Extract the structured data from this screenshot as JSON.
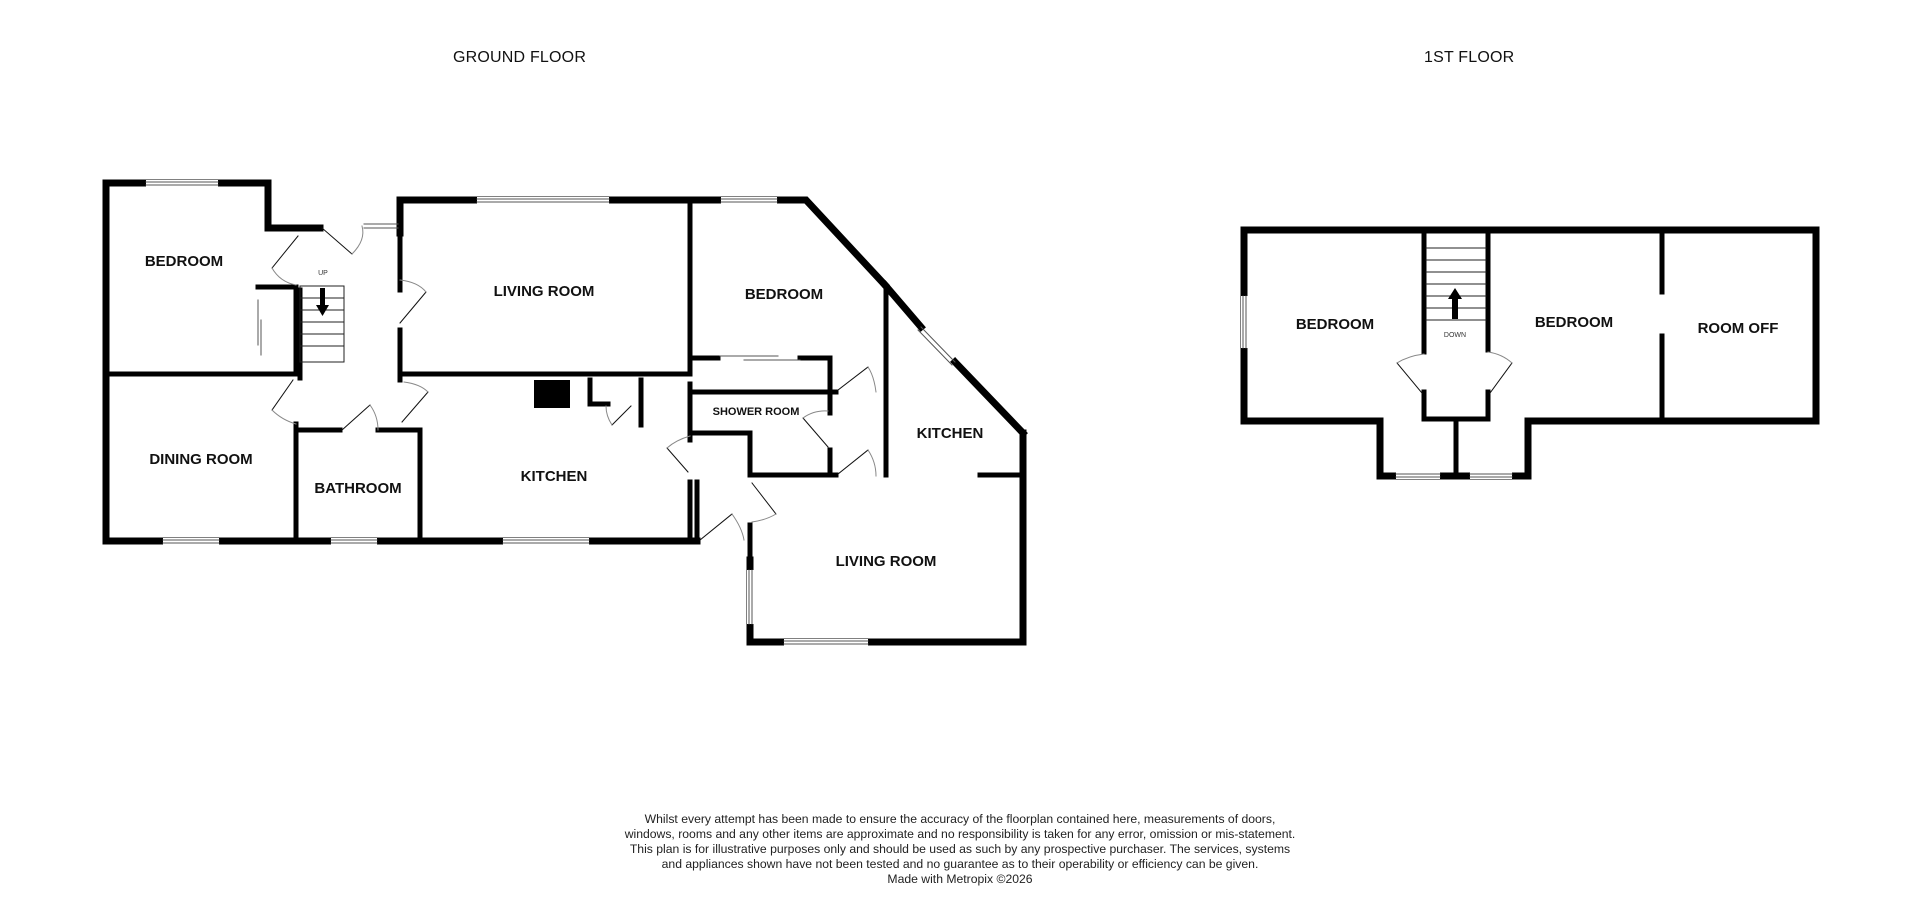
{
  "floors": {
    "ground": {
      "title": "GROUND FLOOR",
      "rooms": [
        {
          "label": "BEDROOM"
        },
        {
          "label": "LIVING ROOM"
        },
        {
          "label": "BEDROOM"
        },
        {
          "label": "DINING ROOM"
        },
        {
          "label": "BATHROOM"
        },
        {
          "label": "KITCHEN"
        },
        {
          "label": "SHOWER ROOM"
        },
        {
          "label": "KITCHEN"
        },
        {
          "label": "LIVING ROOM"
        }
      ],
      "stairs_label": "UP"
    },
    "first": {
      "title": "1ST FLOOR",
      "rooms": [
        {
          "label": "BEDROOM"
        },
        {
          "label": "BEDROOM"
        },
        {
          "label": "ROOM OFF"
        }
      ],
      "stairs_label": "DOWN"
    }
  },
  "disclaimer": {
    "text": "Whilst every attempt has been made to ensure the accuracy of the floorplan contained here, measurements of doors, windows, rooms and any other items are approximate and no responsibility is taken for any error, omission or mis-statement. This plan is for illustrative purposes only and should be used as such by any prospective purchaser. The services, systems and appliances shown have not been tested and no guarantee as to their operability or efficiency can be given.",
    "credit": "Made with Metropix ©2026"
  },
  "colors": {
    "wall": "#000000",
    "background": "#ffffff",
    "window": "#ffffff"
  }
}
